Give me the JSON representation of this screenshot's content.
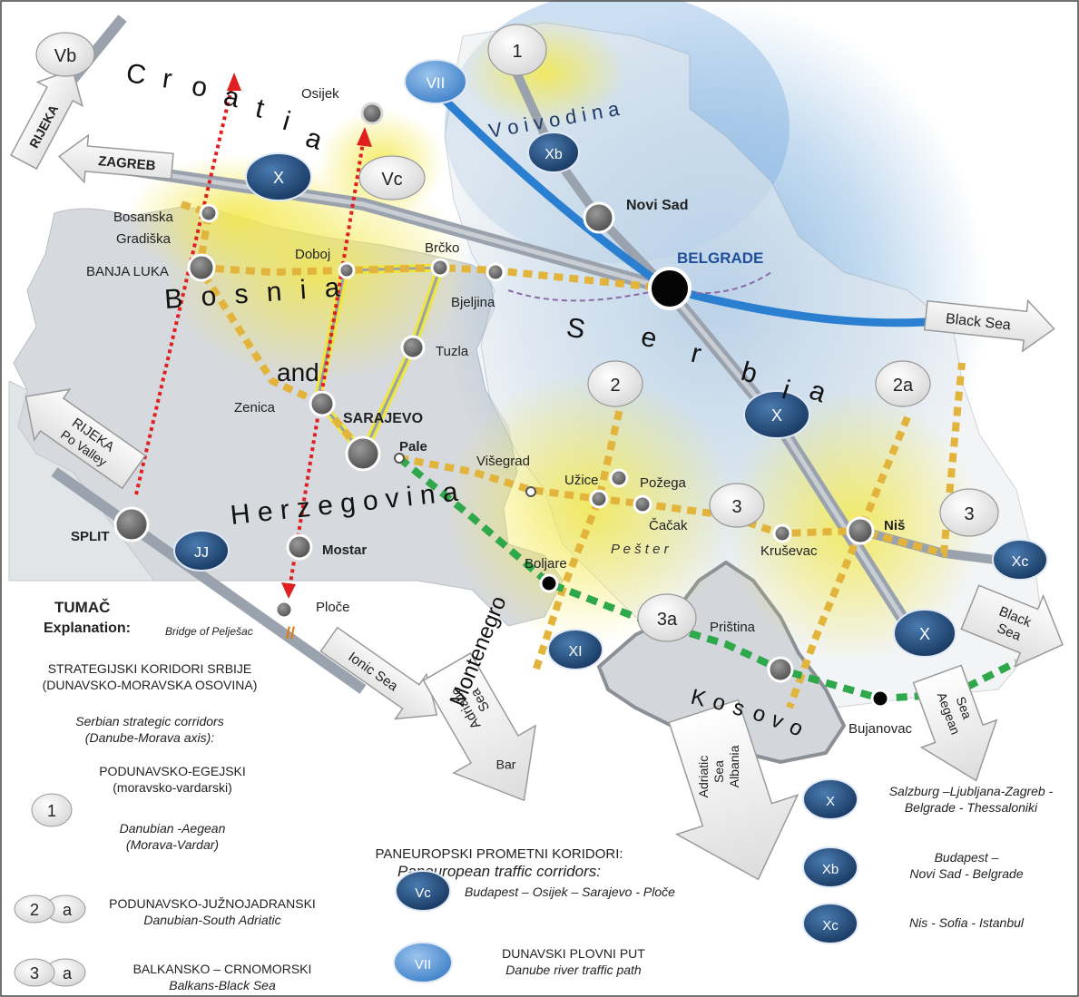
{
  "regions": {
    "croatia": [
      "C",
      "r",
      "o",
      "a",
      "t",
      "i",
      "a"
    ],
    "bosnia": "B o s n i a",
    "and": "and",
    "herzegovina": "H e r z e g o v i n a",
    "serbia": [
      "S",
      "e",
      "r",
      "b",
      "i",
      "a"
    ],
    "voivodina": "V o i v o d i n a",
    "montenegro": "Montenegro",
    "kosovo": [
      "K",
      "o",
      "s",
      "o",
      "v",
      "o"
    ],
    "pester": "P e š t e r"
  },
  "cities": {
    "osijek": "Osijek",
    "novi_sad": "Novi Sad",
    "belgrade": "BELGRADE",
    "bosanska": "Bosanska",
    "gradiska": "Gradiška",
    "banja_luka": "BANJA LUKA",
    "doboj": "Doboj",
    "brcko": "Brčko",
    "bjeljina": "Bjeljina",
    "tuzla": "Tuzla",
    "zenica": "Zenica",
    "sarajevo": "SARAJEVO",
    "pale": "Pale",
    "visegrad": "Višegrad",
    "uzice": "Užice",
    "pozega": "Požega",
    "cacak": "Čačak",
    "krusevac": "Kruševac",
    "nis": "Niš",
    "split": "SPLIT",
    "mostar": "Mostar",
    "ploce": "Ploče",
    "boljare": "Boljare",
    "pristina": "Priština",
    "bujanovac": "Bujanovac",
    "bridge": "Bridge of Pelješac"
  },
  "badges": {
    "vb": "Vb",
    "one": "1",
    "vii": "VII",
    "xb": "Xb",
    "x_north": "X",
    "vc": "Vc",
    "two": "2",
    "two_a": "2a",
    "x_mid": "X",
    "three_mid": "3",
    "three_east": "3",
    "xc": "Xc",
    "x_south": "X",
    "three_a": "3a",
    "xi": "XI",
    "jj": "JJ"
  },
  "arrows": {
    "rijeka_top": "RIJEKA",
    "zagreb": "ZAGREB",
    "black_sea_top": "Black Sea",
    "rijeka_left_1": "RIJEKA",
    "rijeka_left_2": "Po Valley",
    "ionic_sea": "Ionic Sea",
    "adriatic_1": "Adriatic",
    "adriatic_2": "Sea",
    "bar": "Bar",
    "albania_1": "Adriatic",
    "albania_2": "Sea",
    "albania_3": "Albania",
    "black_sea_right_1": "Black",
    "black_sea_right_2": "Sea",
    "aegean_1": "Aegean",
    "aegean_2": "Sea"
  },
  "legend": {
    "title_1": "TUMAČ",
    "title_2": "Explanation:",
    "strategic_1": "STRATEGIJSKI KORIDORI SRBIJE",
    "strategic_2": "(DUNAVSKO-MORAVSKA OSOVINA)",
    "strategic_en_1": "Serbian strategic corridors",
    "strategic_en_2": "(Danube-Morava axis):",
    "c1_badge": "1",
    "c1_title_1": "PODUNAVSKO-EGEJSKI",
    "c1_title_2": "(moravsko-vardarski)",
    "c1_en_1": "Danubian -Aegean",
    "c1_en_2": "(Morava-Vardar)",
    "c2_badge": "2",
    "c2_badge_b": "a",
    "c2_title": "PODUNAVSKO-JUŽNOJADRANSKI",
    "c2_en": "Danubian-South Adriatic",
    "c3_badge": "3",
    "c3_badge_b": "a",
    "c3_title": "BALKANSKO – CRNOMORSKI",
    "c3_en": "Balkans-Black Sea",
    "pan_1": "PANEUROPSKI PROMETNI KORIDORI:",
    "pan_2": "Paneuropean traffic corridors:",
    "vc_badge": "Vc",
    "vc_text": "Budapest – Osijek – Sarajevo - Ploče",
    "vii_badge": "VII",
    "vii_text_1": "DUNAVSKI PLOVNI PUT",
    "vii_text_2": "Danube river traffic path",
    "x_badge": "X",
    "x_text_1": "Salzburg –Ljubljana-Zagreb -",
    "x_text_2": "Belgrade - Thessaloniki",
    "xb_badge": "Xb",
    "xb_text_1": "Budapest –",
    "xb_text_2": "Novi Sad - Belgrade",
    "xc_badge": "Xc",
    "xc_text": "Nis - Sofia - Istanbul"
  },
  "colors": {
    "corridor_x": "#8f99a6",
    "danube": "#2a7fd0",
    "strategic": "#e0b33a",
    "green_path": "#2ea84a",
    "red_path": "#e02020",
    "badge_dark": "#1f4e79",
    "badge_light": "#5b9bd5",
    "land": "#d5d8dc"
  }
}
